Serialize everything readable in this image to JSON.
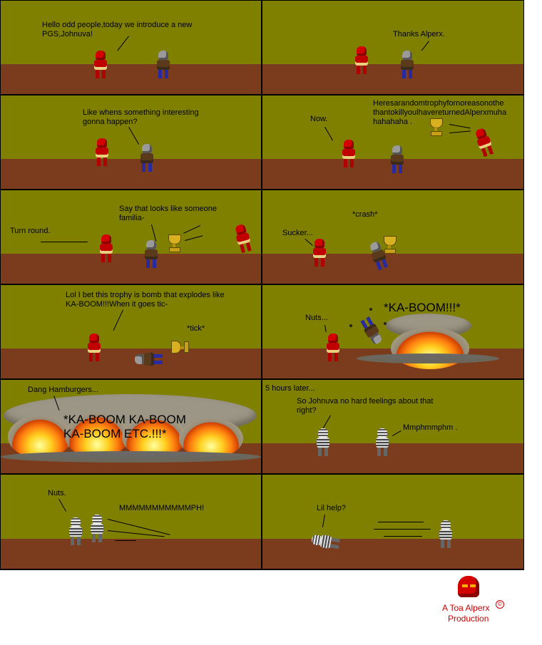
{
  "panels": [
    {
      "lines": [
        "Hello odd people,today we introduce a new",
        "PGS,Johnuva!"
      ]
    },
    {
      "lines": [
        "Thanks Alperx."
      ]
    },
    {
      "lines": [
        "Like whens something interesting",
        "gonna happen?"
      ]
    },
    {
      "lines": [
        "Now."
      ],
      "rant": [
        "Heresarandomtrophyfornoreasonothe",
        "thantokillyoulhavereturnedAlperxmuha",
        "hahahaha ."
      ]
    },
    {
      "left": "Turn round.",
      "lines": [
        "Say that looks like someone",
        "familia-"
      ]
    },
    {
      "left": "Sucker...",
      "sfx": "*crash*"
    },
    {
      "lines": [
        "Lol I bet this trophy is  bomb that explodes like",
        "KA-BOOM!!!When it goes tic-"
      ],
      "sfx": "*tick*"
    },
    {
      "lines": [
        "Nuts..."
      ],
      "boom": "*KA-BOOM!!!*"
    },
    {
      "lines": [
        "Dang Hamburgers..."
      ],
      "boom": [
        "*KA-BOOM KA-BOOM",
        "KA-BOOM  ETC.!!!*"
      ]
    },
    {
      "caption": "5 hours later...",
      "lines": [
        "So Johnuva no  hard feelings about that",
        "right?"
      ],
      "reply": "Mmphmmphm ."
    },
    {
      "lines": [
        "Nuts."
      ],
      "reply": "MMMMMMMMMMMPH!"
    },
    {
      "lines": [
        "Lil help?"
      ]
    }
  ],
  "credit": {
    "line1": "A Toa Alperx",
    "line2": "Production",
    "symbol": "©"
  },
  "colors": {
    "panel": "#808000",
    "ground": "#7a3c1c",
    "border": "#000000",
    "credit": "#cc0000"
  }
}
